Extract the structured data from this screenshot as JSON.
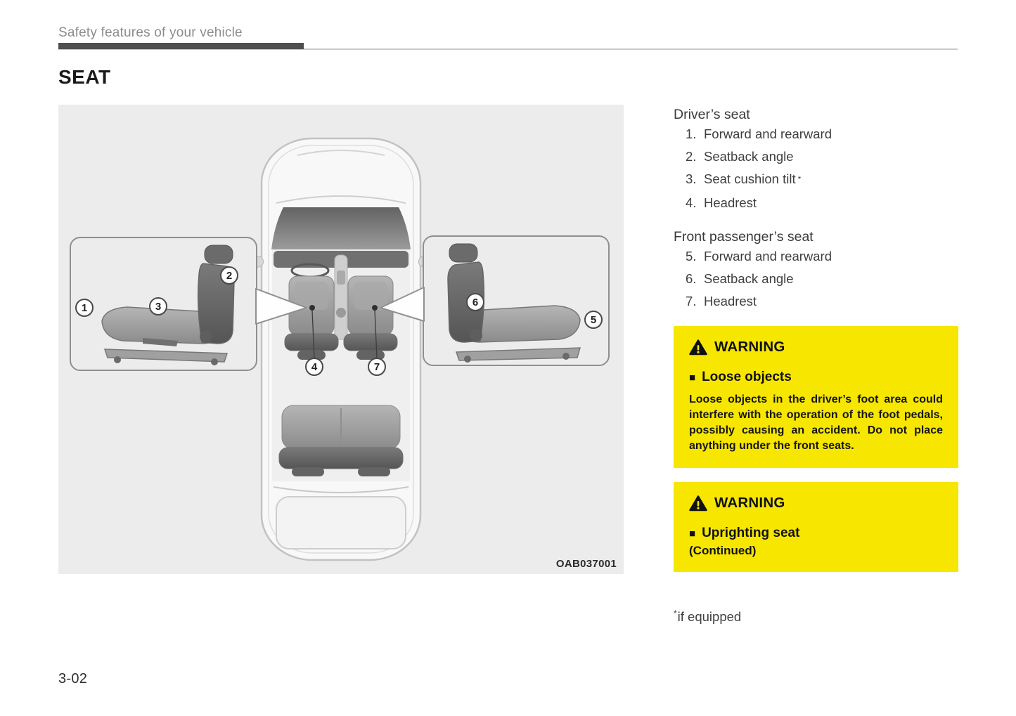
{
  "colors": {
    "warning-bg": "#f7e600",
    "diagram-bg": "#ececec",
    "rule-dark": "#4f4f4f",
    "rule-light": "#c9c9c9",
    "header-text": "#8c8c8c",
    "body-text": "#3f3f3f",
    "title-text": "#1a1a1a"
  },
  "header": {
    "title": "Safety features of your vehicle"
  },
  "page": {
    "title": "SEAT",
    "number": "3-02"
  },
  "diagram": {
    "code": "OAB037001",
    "callouts": [
      "1",
      "2",
      "3",
      "4",
      "5",
      "6",
      "7"
    ]
  },
  "sections": {
    "driver": {
      "heading": "Driver’s seat",
      "items": [
        {
          "num": "1.",
          "text": "Forward and rearward"
        },
        {
          "num": "2.",
          "text": "Seatback angle"
        },
        {
          "num": "3.",
          "text": "Seat cushion tilt",
          "sup": "*"
        },
        {
          "num": "4.",
          "text": "Headrest"
        }
      ]
    },
    "passenger": {
      "heading": "Front passenger’s seat",
      "items": [
        {
          "num": "5.",
          "text": "Forward and rearward"
        },
        {
          "num": "6.",
          "text": "Seatback angle"
        },
        {
          "num": "7.",
          "text": "Headrest"
        }
      ]
    }
  },
  "warnings": [
    {
      "title": "WARNING",
      "topic": "Loose objects",
      "body": "Loose objects in the driver’s foot area could interfere with the operation of the foot pedals, possibly causing an accident. Do not place anything under the front seats."
    },
    {
      "title": "WARNING",
      "topic": "Uprighting seat",
      "note": "(Continued)"
    }
  ],
  "icons": {
    "bullet": "■"
  },
  "footnote": {
    "marker": "*",
    "text": "if equipped"
  }
}
